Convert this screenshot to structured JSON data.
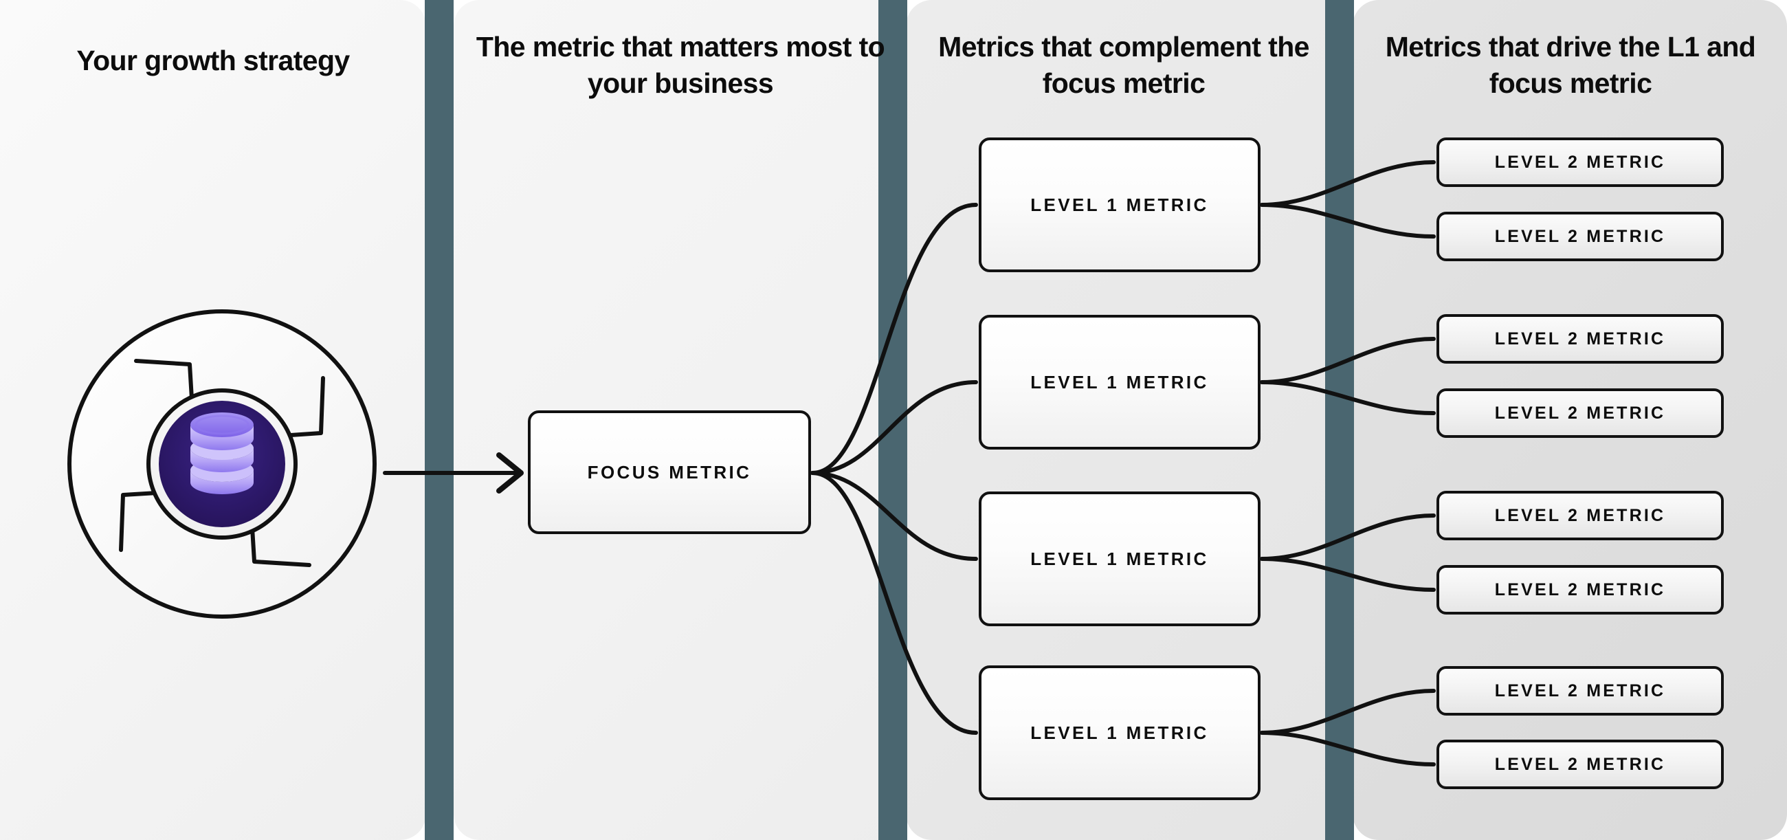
{
  "diagram": {
    "title": "Growth strategy metric tree",
    "columns": [
      {
        "id": "strategy",
        "heading": "Your growth strategy"
      },
      {
        "id": "focus",
        "heading": "The metric that matters most to your business"
      },
      {
        "id": "level1",
        "heading": "Metrics that complement the focus metric"
      },
      {
        "id": "level2",
        "heading": "Metrics that drive the L1 and focus metric"
      }
    ],
    "emblem": {
      "name": "pinwheel-database-emblem",
      "icon": "database-icon",
      "center_fill": "#2c1a6b",
      "icon_color": "#8b72ef",
      "icon_highlight": "#cfc4fb",
      "blade_fill": "#fbfbfb",
      "stroke": "#111111"
    },
    "focus_node": {
      "label": "FOCUS METRIC"
    },
    "level1_nodes": [
      {
        "label": "LEVEL 1 METRIC"
      },
      {
        "label": "LEVEL 1 METRIC"
      },
      {
        "label": "LEVEL 1 METRIC"
      },
      {
        "label": "LEVEL 1 METRIC"
      }
    ],
    "level2_nodes": [
      {
        "label": "LEVEL 2 METRIC"
      },
      {
        "label": "LEVEL 2 METRIC"
      },
      {
        "label": "LEVEL 2 METRIC"
      },
      {
        "label": "LEVEL 2 METRIC"
      },
      {
        "label": "LEVEL 2 METRIC"
      },
      {
        "label": "LEVEL 2 METRIC"
      },
      {
        "label": "LEVEL 2 METRIC"
      },
      {
        "label": "LEVEL 2 METRIC"
      }
    ],
    "colors": {
      "divider": "#4a6670",
      "panel_1": "#f6f6f6",
      "panel_2": "#f2f2f2",
      "panel_3": "#e8e8e8",
      "panel_4": "#dedede",
      "stroke": "#111111",
      "text": "#0c0c0c"
    },
    "connectors": {
      "strategy_to_focus": "arrow-right",
      "focus_to_level1": "fan-curve",
      "level1_to_level2": "fork-curve"
    }
  }
}
